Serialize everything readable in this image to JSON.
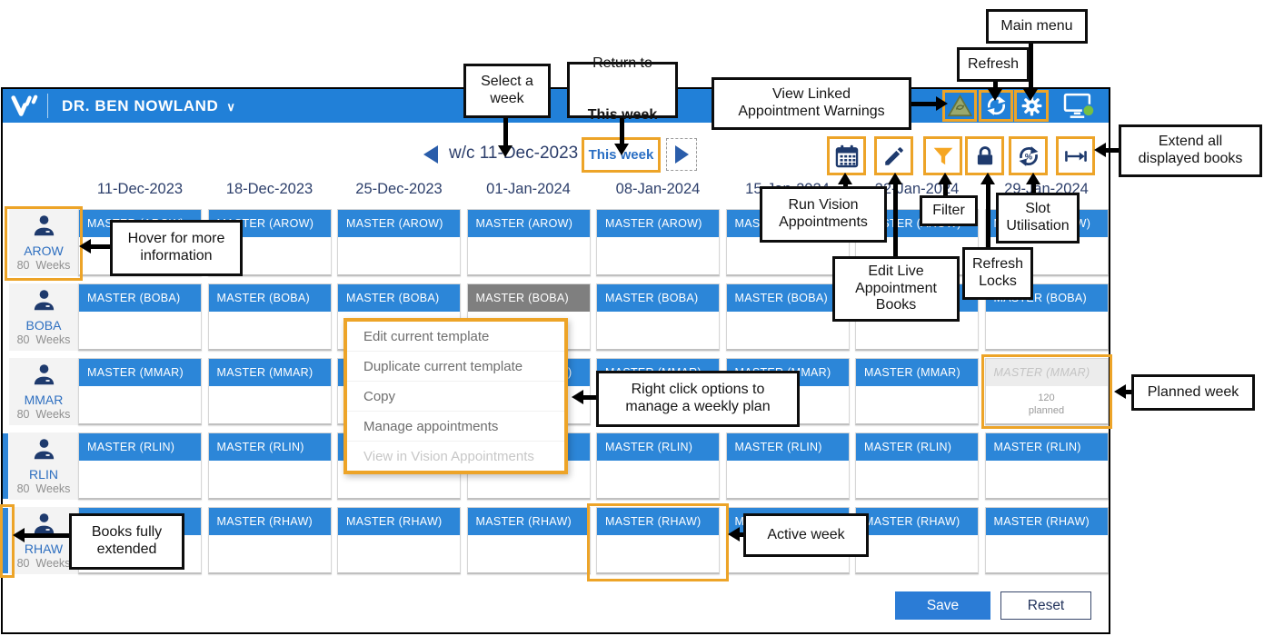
{
  "header": {
    "logo_letter": "V",
    "user": "DR. BEN NOWLAND",
    "chevron": "∨"
  },
  "week_nav": {
    "label": "w/c 11-Dec-2023",
    "this_week": "This week"
  },
  "columns": [
    "11-Dec-2023",
    "18-Dec-2023",
    "25-Dec-2023",
    "01-Jan-2024",
    "08-Jan-2024",
    "15-Jan-2024",
    "22-Jan-2024",
    "29-Jan-2024"
  ],
  "grid": {
    "rows": [
      {
        "code": "AROW",
        "weeks": "80  Weeks",
        "cell_label": "MASTER (AROW)",
        "label_highlight": true
      },
      {
        "code": "BOBA",
        "weeks": "80  Weeks",
        "cell_label": "MASTER (BOBA)",
        "selected_col": 3
      },
      {
        "code": "MMAR",
        "weeks": "80  Weeks",
        "cell_label": "MASTER (MMAR)",
        "planned_col": 7,
        "planned_value": "120",
        "planned_caption": "planned"
      },
      {
        "code": "RLIN",
        "weeks": "80  Weeks",
        "cell_label": "MASTER (RLIN)",
        "extended": true
      },
      {
        "code": "RHAW",
        "weeks": "80  Weeks",
        "cell_label": "MASTER (RHAW)",
        "extended": true,
        "extended_highlight": true,
        "active_col": 4
      }
    ]
  },
  "context_menu": {
    "items": [
      {
        "label": "Edit current template",
        "disabled": false
      },
      {
        "label": "Duplicate current template",
        "disabled": false
      },
      {
        "label": "Copy",
        "disabled": false
      },
      {
        "label": "Manage appointments",
        "disabled": false
      },
      {
        "label": "View in Vision Appointments",
        "disabled": true
      }
    ]
  },
  "footer": {
    "save": "Save",
    "reset": "Reset"
  },
  "icons": {
    "header": [
      "linked-appointment-warnings-icon",
      "refresh-icon",
      "main-menu-gear-icon",
      "session-monitor-icon"
    ],
    "toolbar": [
      "run-vision-appointments-calendar-icon",
      "edit-live-books-pencil-icon",
      "filter-icon",
      "refresh-locks-lock-icon",
      "slot-utilisation-icon",
      "extend-books-icon"
    ]
  },
  "colors": {
    "header_blue": "#2180d8",
    "cell_blue": "#2c86d8",
    "highlight_orange": "#eda428",
    "filter_orange": "#f5a623",
    "status_green": "#76c043",
    "icon_navy": "#1e3a6d",
    "selected_gray": "#7f7f7f"
  },
  "callouts": {
    "select_week": {
      "text": "Select a\nweek"
    },
    "return_this_week": {
      "line1": "Return to",
      "line2": "This week"
    },
    "view_linked": {
      "text": "View Linked\nAppointment Warnings"
    },
    "refresh": {
      "text": "Refresh"
    },
    "main_menu": {
      "text": "Main menu"
    },
    "extend_books": {
      "text": "Extend all\ndisplayed books"
    },
    "run_vision": {
      "text": "Run Vision\nAppointments"
    },
    "filter": {
      "text": "Filter"
    },
    "slot_utilisation": {
      "text": "Slot\nUtilisation"
    },
    "edit_live": {
      "text": "Edit Live\nAppointment\nBooks"
    },
    "refresh_locks": {
      "text": "Refresh\nLocks"
    },
    "hover_info": {
      "text": "Hover for more\ninformation"
    },
    "right_click": {
      "text": "Right click options to\nmanage a weekly plan"
    },
    "planned_week": {
      "text": "Planned week"
    },
    "active_week": {
      "text": "Active week"
    },
    "books_extended": {
      "text": "Books fully\nextended"
    }
  }
}
